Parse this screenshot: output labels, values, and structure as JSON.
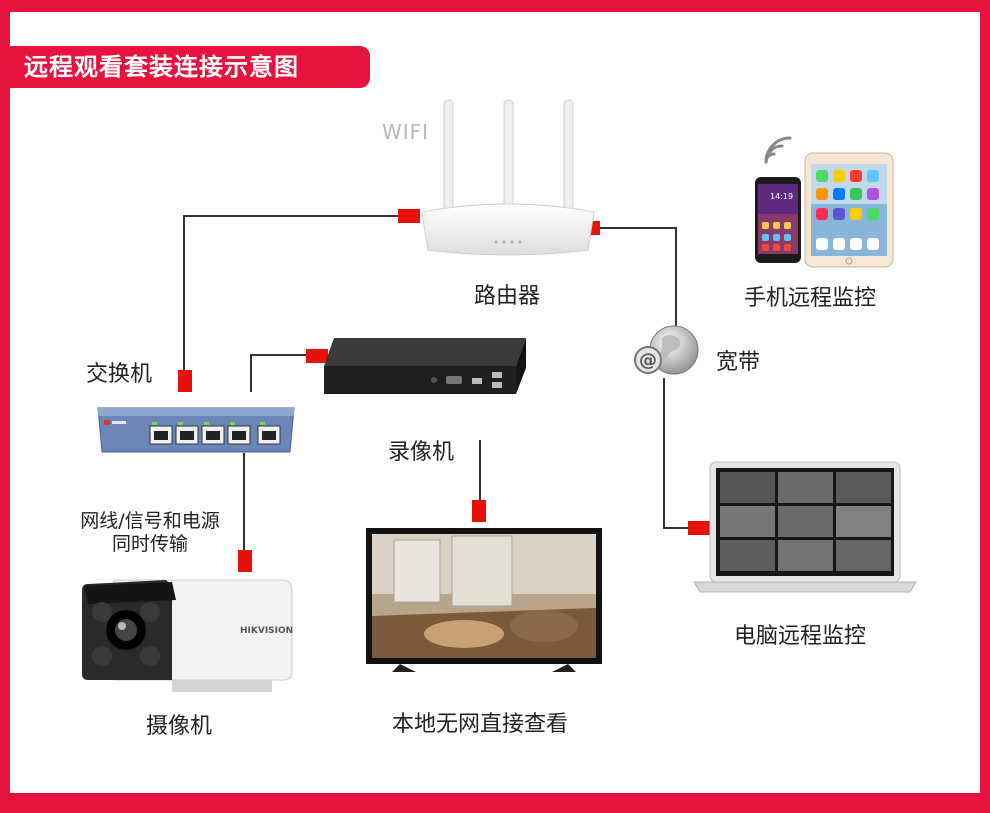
{
  "title": "远程观看套装连接示意图",
  "wifi_label": "WIFI",
  "router_label": "路由器",
  "switch_label": "交换机",
  "broadband_label": "宽带",
  "mobile_label": "手机远程监控",
  "nvr_label": "录像机",
  "cable_note_line1": "网线/信号和电源",
  "cable_note_line2": "同时传输",
  "camera_label": "摄像机",
  "camera_brand": "HIKVISION",
  "tv_label": "本地无网直接查看",
  "pc_label": "电脑远程监控",
  "phone_time": "14:19",
  "colors": {
    "accent": "#e8123e",
    "connector": "#e8120c",
    "wire": "#333333"
  }
}
